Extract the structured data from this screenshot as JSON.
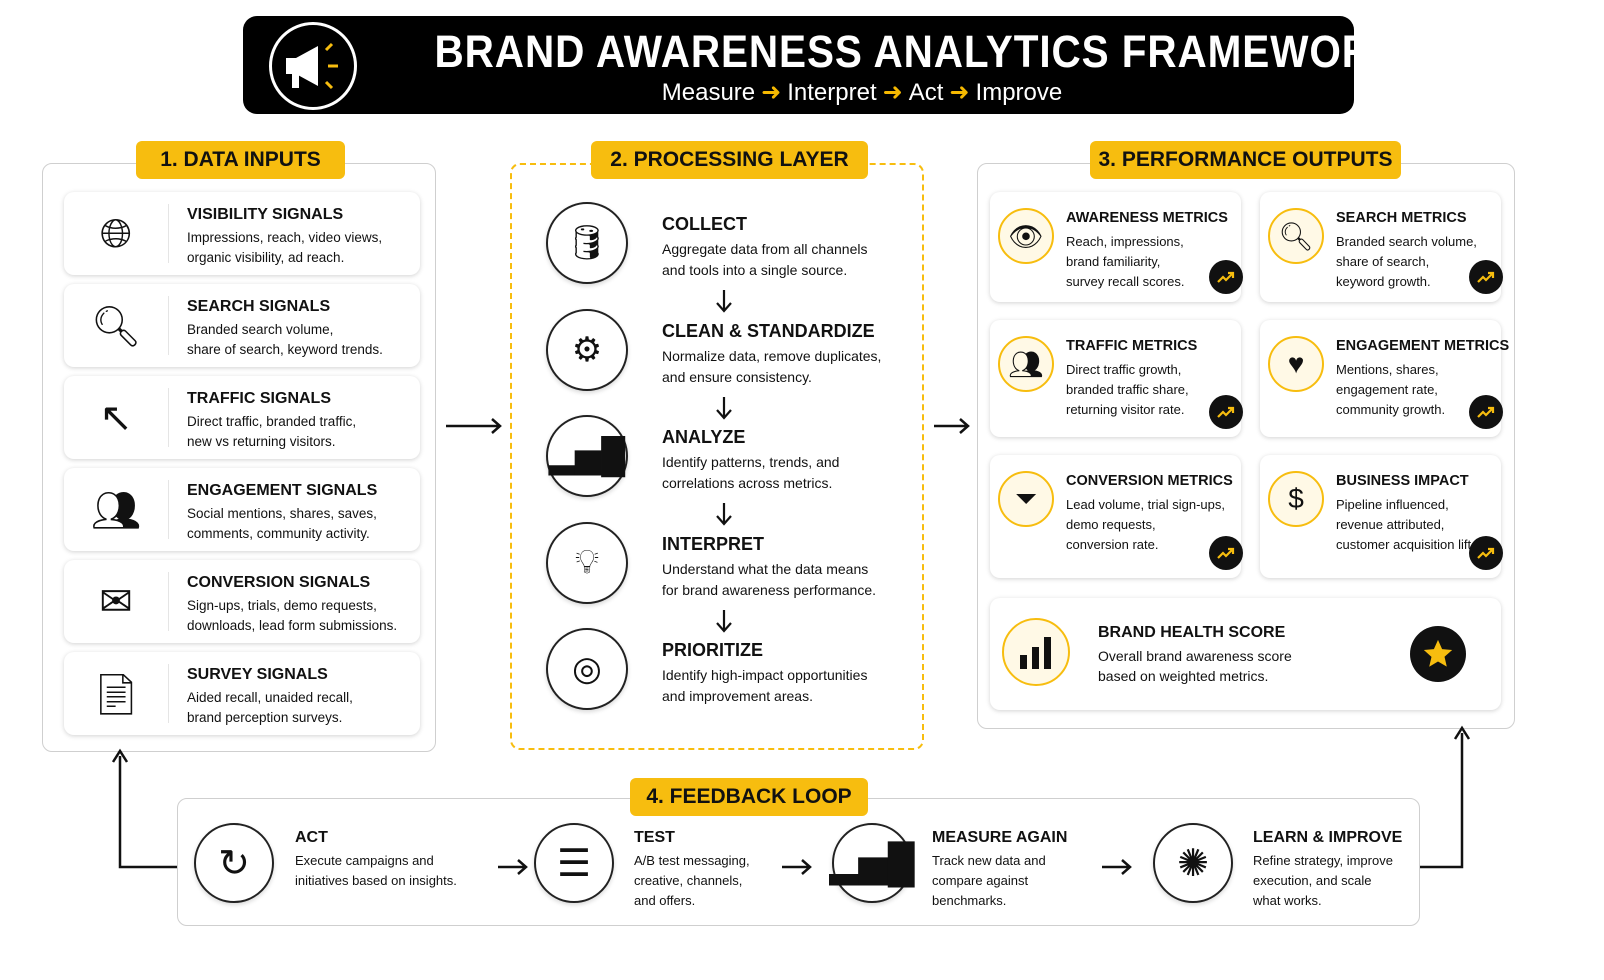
{
  "header": {
    "title": "BRAND AWARENESS ANALYTICS FRAMEWORK",
    "subtitle": [
      "Measure",
      "Interpret",
      "Act",
      "Improve"
    ]
  },
  "inputs": {
    "label": "1. DATA INPUTS",
    "items": [
      {
        "title": "VISIBILITY SIGNALS",
        "desc": [
          "Impressions, reach, video views,",
          "organic visibility, ad reach."
        ],
        "icon": "globe-icon"
      },
      {
        "title": "SEARCH SIGNALS",
        "desc": [
          "Branded search volume,",
          "share of search, keyword trends."
        ],
        "icon": "search-icon"
      },
      {
        "title": "TRAFFIC SIGNALS",
        "desc": [
          "Direct traffic, branded traffic,",
          "new vs returning visitors."
        ],
        "icon": "cursor-icon"
      },
      {
        "title": "ENGAGEMENT SIGNALS",
        "desc": [
          "Social mentions, shares, saves,",
          "comments, community activity."
        ],
        "icon": "people-icon"
      },
      {
        "title": "CONVERSION SIGNALS",
        "desc": [
          "Sign-ups, trials, demo requests,",
          "downloads, lead form submissions."
        ],
        "icon": "envelope-icon"
      },
      {
        "title": "SURVEY SIGNALS",
        "desc": [
          "Aided recall, unaided recall,",
          "brand perception surveys."
        ],
        "icon": "document-icon"
      }
    ]
  },
  "processing": {
    "label": "2. PROCESSING LAYER",
    "steps": [
      {
        "title": "COLLECT",
        "desc": [
          "Aggregate data from all channels",
          "and tools into a single source."
        ],
        "icon": "database-icon"
      },
      {
        "title": "CLEAN & STANDARDIZE",
        "desc": [
          "Normalize data, remove duplicates,",
          "and ensure consistency."
        ],
        "icon": "gear-icon"
      },
      {
        "title": "ANALYZE",
        "desc": [
          "Identify patterns, trends, and",
          "correlations across metrics."
        ],
        "icon": "bar-chart-icon"
      },
      {
        "title": "INTERPRET",
        "desc": [
          "Understand what the data means",
          "for brand awareness performance."
        ],
        "icon": "lightbulb-icon"
      },
      {
        "title": "PRIORITIZE",
        "desc": [
          "Identify high-impact opportunities",
          "and improvement areas."
        ],
        "icon": "target-icon"
      }
    ]
  },
  "outputs": {
    "label": "3. PERFORMANCE OUTPUTS",
    "cards": [
      {
        "title": "AWARENESS METRICS",
        "desc": [
          "Reach, impressions,",
          "brand familiarity,",
          "survey recall scores."
        ],
        "icon": "eye-icon"
      },
      {
        "title": "SEARCH METRICS",
        "desc": [
          "Branded search volume,",
          "share of search,",
          "keyword growth."
        ],
        "icon": "search-icon"
      },
      {
        "title": "TRAFFIC METRICS",
        "desc": [
          "Direct traffic growth,",
          "branded traffic share,",
          "returning visitor rate."
        ],
        "icon": "people-icon"
      },
      {
        "title": "ENGAGEMENT METRICS",
        "desc": [
          "Mentions, shares,",
          "engagement rate,",
          "community growth."
        ],
        "icon": "heart-icon"
      },
      {
        "title": "CONVERSION METRICS",
        "desc": [
          "Lead volume, trial sign-ups,",
          "demo requests,",
          "conversion rate."
        ],
        "icon": "funnel-icon"
      },
      {
        "title": "BUSINESS IMPACT",
        "desc": [
          "Pipeline influenced,",
          "revenue attributed,",
          "customer acquisition lift."
        ],
        "icon": "dollar-icon"
      }
    ],
    "health": {
      "title": "BRAND HEALTH SCORE",
      "desc": [
        "Overall brand awareness score",
        "based on weighted metrics."
      ]
    }
  },
  "feedback": {
    "label": "4. FEEDBACK LOOP",
    "items": [
      {
        "title": "ACT",
        "desc": [
          "Execute campaigns and",
          "initiatives based on insights."
        ],
        "icon": "refresh-icon"
      },
      {
        "title": "TEST",
        "desc": [
          "A/B test messaging,",
          "creative, channels,",
          "and offers."
        ],
        "icon": "checklist-icon"
      },
      {
        "title": "MEASURE AGAIN",
        "desc": [
          "Track new data and",
          "compare against",
          "benchmarks."
        ],
        "icon": "bar-chart-icon"
      },
      {
        "title": "LEARN & IMPROVE",
        "desc": [
          "Refine strategy, improve",
          "execution, and scale",
          "what works."
        ],
        "icon": "brain-icon"
      }
    ]
  },
  "colors": {
    "accent": "#f7bd0f",
    "dark": "#000000"
  }
}
